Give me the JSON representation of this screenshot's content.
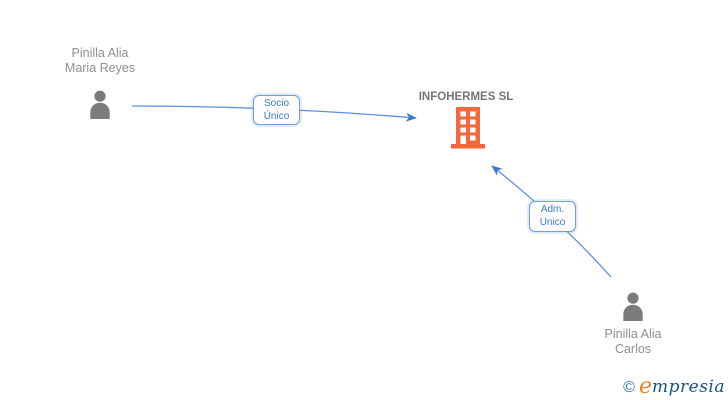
{
  "diagram": {
    "nodes": {
      "person1": {
        "name": "Pinilla Alia\nMaria Reyes",
        "type": "person"
      },
      "company": {
        "name": "INFOHERMES SL",
        "type": "company"
      },
      "person2": {
        "name": "Pinilla Alia\nCarlos",
        "type": "person"
      }
    },
    "edges": {
      "socio": {
        "label": "Socio\nÚnico",
        "from": "person1",
        "to": "company"
      },
      "adm": {
        "label": "Adm.\nUnico",
        "from": "person2",
        "to": "company"
      }
    }
  },
  "footer": {
    "copyright": "©",
    "logo_prefix": "e",
    "logo_rest": "mpresia"
  },
  "colors": {
    "edge_blue": "#5b8fe2",
    "arrowhead_blue": "#3d78d4",
    "label_blue": "#3b78c8",
    "label_border_blue": "#6d9eeb",
    "person_gray": "#7b7b7b",
    "name_gray": "#8f8f8f",
    "company_text_gray": "#757575",
    "company_orange": "#f4683c",
    "logo_orange": "#f0821e",
    "logo_navy": "#16537e",
    "logo_copy_blue": "#2e77ae"
  }
}
